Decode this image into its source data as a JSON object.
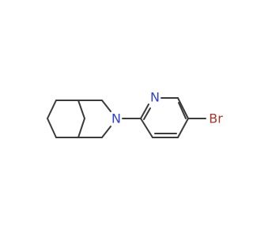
{
  "structure": {
    "atoms": {
      "pyridine_nitrogen": "N",
      "amine_nitrogen": "N",
      "bromine": "Br"
    },
    "colors": {
      "bond": "#3b3b3b",
      "nitrogen": "#2f3fd8",
      "bromine": "#a5382a"
    }
  }
}
